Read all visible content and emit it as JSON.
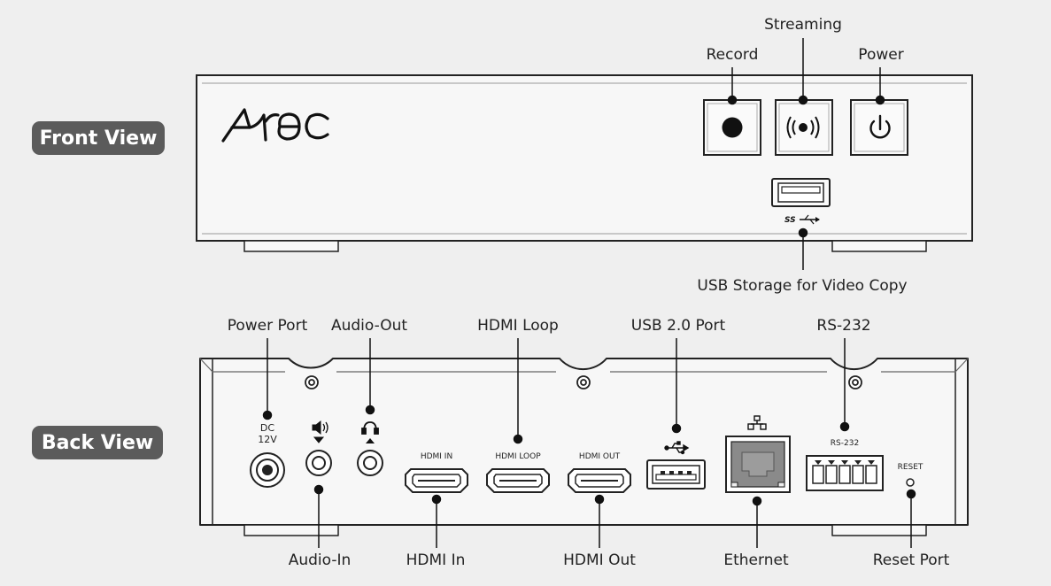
{
  "sections": {
    "front": "Front View",
    "back": "Back View"
  },
  "brand": "Arec",
  "front_labels": {
    "record": "Record",
    "streaming": "Streaming",
    "power": "Power",
    "usb_storage": "USB Storage for Video Copy",
    "ss_mark": "SS"
  },
  "back_labels": {
    "power_port": "Power Port",
    "audio_out": "Audio-Out",
    "hdmi_loop": "HDMI Loop",
    "usb2": "USB 2.0 Port",
    "rs232": "RS-232",
    "audio_in": "Audio-In",
    "hdmi_in": "HDMI In",
    "hdmi_out": "HDMI Out",
    "ethernet": "Ethernet",
    "reset_port": "Reset Port"
  },
  "panel_print": {
    "dc": "DC",
    "dc_v": "12V",
    "hdmi_in": "HDMI IN",
    "hdmi_loop": "HDMI LOOP",
    "hdmi_out": "HDMI OUT",
    "rs232": "RS-232",
    "reset": "RESET"
  },
  "icons": {
    "record": "record-dot-icon",
    "streaming": "broadcast-icon",
    "power": "power-icon",
    "usb": "usb-icon",
    "ethernet": "network-icon",
    "speaker": "speaker-icon",
    "headphones": "headphones-icon"
  }
}
